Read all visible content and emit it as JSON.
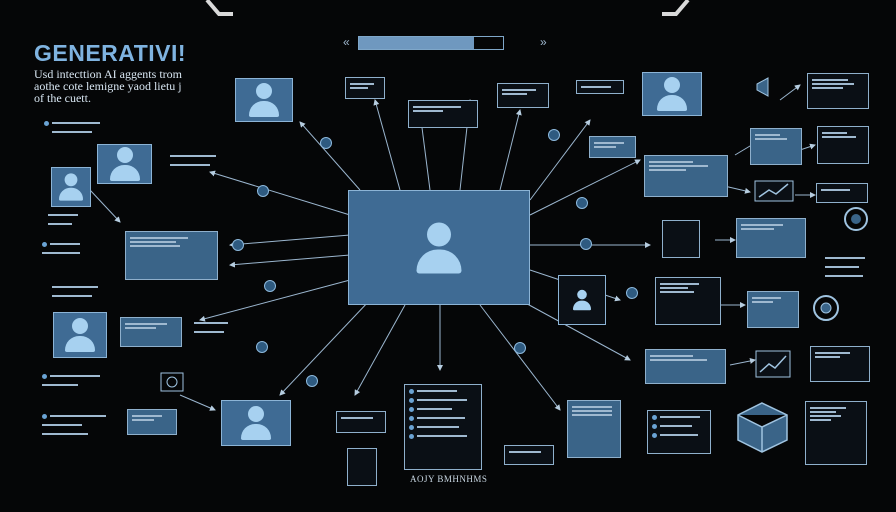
{
  "title": "GENERATIVI!",
  "subtitle": "Usd intecttion AI aggents trom aothe cote lemigne yaod lietu j of the cuett.",
  "progress_fraction": 0.8,
  "bottom_label": "AOJY BMHNHMS",
  "colors": {
    "background": "#050607",
    "accent": "#3f6b94",
    "line": "#9bb6cf",
    "icon": "#a7d1f0"
  },
  "central_node": {
    "icon": "person-icon"
  }
}
